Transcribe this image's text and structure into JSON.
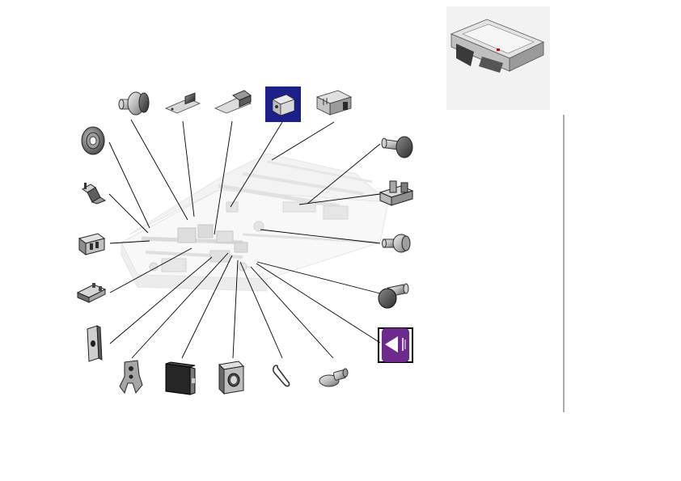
{
  "diagram": {
    "kind": "exploded-parts-view",
    "labels": []
  },
  "thumbnail": {
    "name": "assembly-overview-thumbnail",
    "marker_color": "#d40000"
  },
  "parts": [
    {
      "id": "shaft-end-cap",
      "icon": "flanged-shaft-icon"
    },
    {
      "id": "small-circuit-board-a",
      "icon": "circuit-board-icon"
    },
    {
      "id": "small-circuit-board-b",
      "icon": "circuit-board-icon"
    },
    {
      "id": "sensor-block",
      "icon": "sensor-block-icon",
      "highlight_color": "#1a1f8a"
    },
    {
      "id": "bracket-connector",
      "icon": "bracket-icon"
    },
    {
      "id": "ring-bearing",
      "icon": "ring-bearing-icon"
    },
    {
      "id": "latch-clip",
      "icon": "latch-clip-icon"
    },
    {
      "id": "connector-housing",
      "icon": "connector-housing-icon"
    },
    {
      "id": "spring-clip",
      "icon": "spring-clip-icon"
    },
    {
      "id": "mounting-plate",
      "icon": "mounting-plate-icon"
    },
    {
      "id": "hinge-bracket",
      "icon": "hinge-bracket-icon"
    },
    {
      "id": "pcb-module",
      "icon": "pcb-module-icon"
    },
    {
      "id": "square-bushing",
      "icon": "square-bushing-icon"
    },
    {
      "id": "wire-spring",
      "icon": "wire-spring-icon"
    },
    {
      "id": "cam-lever",
      "icon": "cam-lever-icon"
    },
    {
      "id": "roller-pin-top",
      "icon": "roller-pin-icon"
    },
    {
      "id": "sensor-holder",
      "icon": "sensor-holder-icon"
    },
    {
      "id": "roller-pin-middle",
      "icon": "roller-pin-icon"
    },
    {
      "id": "roller-pin-large",
      "icon": "roller-pin-icon"
    },
    {
      "id": "warning-label",
      "icon": "warning-label-icon",
      "highlight_color": "#6b2a8c"
    }
  ]
}
